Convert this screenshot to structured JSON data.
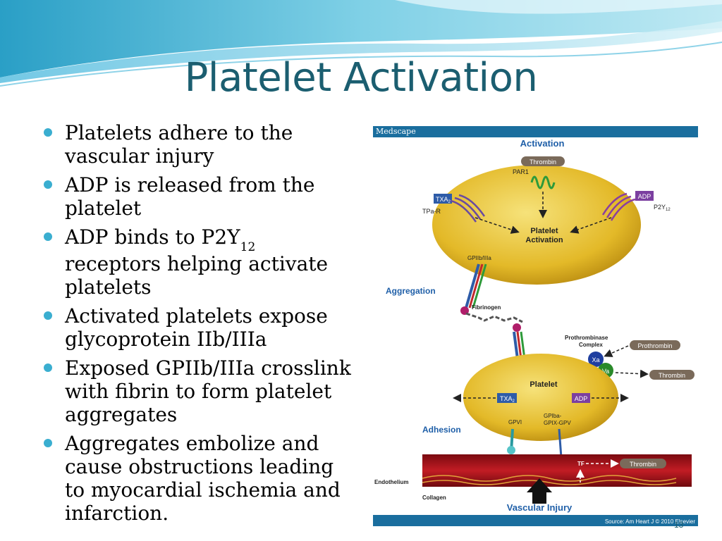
{
  "slide": {
    "title": "Platelet Activation",
    "page_number": "13",
    "bullets": [
      {
        "text": "Platelets adhere to the vascular injury"
      },
      {
        "text": "ADP is released from the platelet"
      },
      {
        "text_before": "ADP binds to P2Y",
        "subscript": "12",
        "text_after": " receptors helping activate platelets"
      },
      {
        "text": "Activated platelets expose glycoprotein IIb/IIIa"
      },
      {
        "text": "Exposed GPIIb/IIIa crosslink with fibrin to form platelet aggregates"
      },
      {
        "text": "Aggregates embolize and cause obstructions leading to myocardial ischemia and infarction."
      }
    ]
  },
  "figure": {
    "brand": "Medscape",
    "source": "Source: Am Heart J © 2010 Elsevier",
    "labels": {
      "activation_heading": "Activation",
      "thrombin_top": "Thrombin",
      "par1": "PAR1",
      "txa2_top": "TXA",
      "txa2_sub": "2",
      "tpa_r": "TPa-R",
      "adp_top": "ADP",
      "p2y12": "P2Y",
      "p2y12_sub": "12",
      "platelet_activation_1": "Platelet",
      "platelet_activation_2": "Activation",
      "gpiib_iiia": "GPIIb/IIIa",
      "aggregation": "Aggregation",
      "fibrinogen": "Fibrinogen",
      "prothrombinase_1": "Prothrombinase",
      "prothrombinase_2": "Complex",
      "prothrombin": "Prothrombin",
      "xa": "Xa",
      "va": "Va",
      "thrombin_mid": "Thrombin",
      "platelet": "Platelet",
      "txa2_bottom": "TXA",
      "txa2_bottom_sub": "2",
      "adp_bottom": "ADP",
      "adhesion": "Adhesion",
      "gpvi": "GPVI",
      "gpib_1": "GPIba-",
      "gpib_2": "GPIX-GPV",
      "tf": "TF",
      "thrombin_bottom": "Thrombin",
      "endothelium": "Endothelium",
      "collagen": "Collagen",
      "vascular_injury": "Vascular Injury"
    },
    "colors": {
      "platelet": "#e8c02a",
      "heading_blue": "#1f5fa8",
      "endothelium_red": "#b0141e",
      "pill_gray": "#7a6a5a",
      "label_purple": "#7b3fa0",
      "label_blue": "#2e5ca8"
    }
  }
}
